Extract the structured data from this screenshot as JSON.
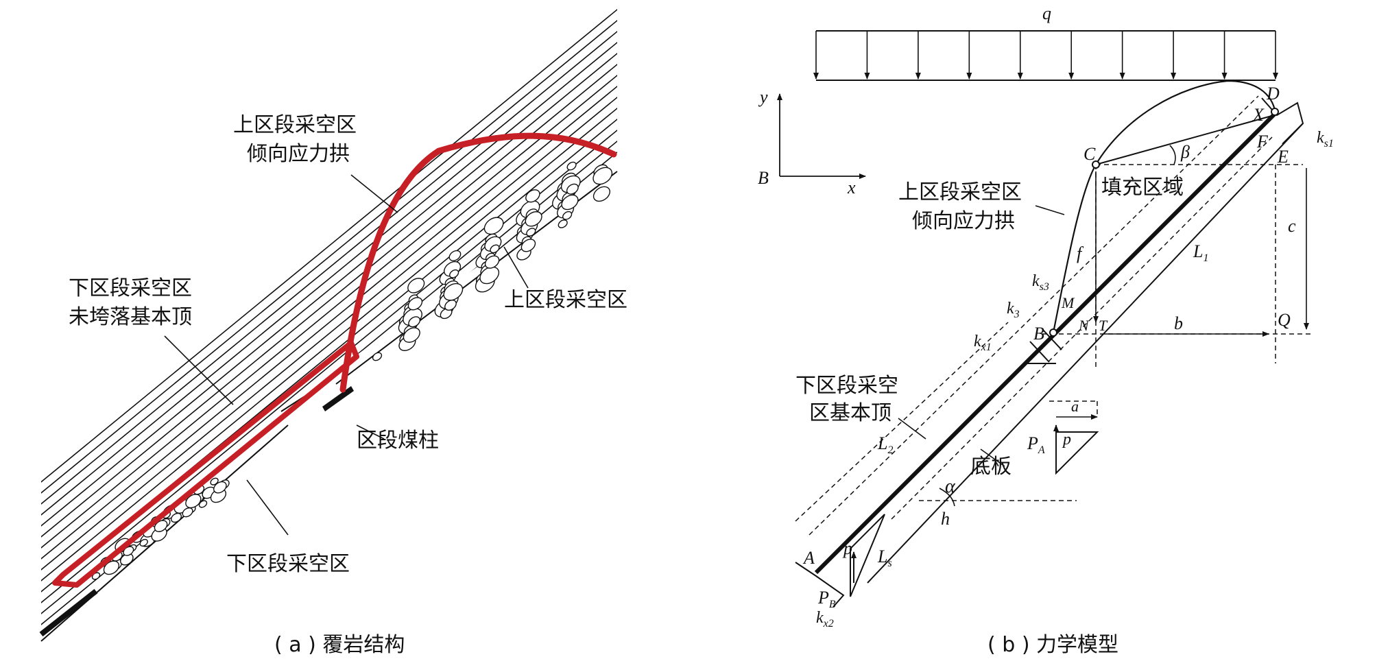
{
  "panel_a": {
    "caption": "( a ) 覆岩结构",
    "label_upper_arch_1": "上区段采空区",
    "label_upper_arch_2": "倾向应力拱",
    "label_lower_roof_1": "下区段采空区",
    "label_lower_roof_2": "未垮落基本顶",
    "label_upper_goaf": "上区段采空区",
    "label_pillar": "区段煤柱",
    "label_lower_goaf": "下区段采空区",
    "arch_color": "#c62026"
  },
  "panel_b": {
    "caption": "( b ) 力学模型",
    "label_arch_1": "上区段采空区",
    "label_arch_2": "倾向应力拱",
    "label_fill": "填充区域",
    "label_roof_1": "下区段采空",
    "label_roof_2": "区基本顶",
    "label_floor": "底板",
    "sym": {
      "q": "q",
      "y": "y",
      "x": "x",
      "B_axis": "B",
      "D": "D",
      "X": "X",
      "C": "C",
      "beta": "β",
      "F": "F",
      "E": "E",
      "ks1": "k",
      "ks1_sub": "s1",
      "c": "c",
      "f": "f",
      "L1": "L",
      "L1_sub": "1",
      "ks3": "k",
      "ks3_sub": "s3",
      "k3": "k",
      "k3_sub": "3",
      "M": "M",
      "N": "N",
      "T": "T",
      "b": "b",
      "Q": "Q",
      "kx1": "k",
      "kx1_sub": "x1",
      "B": "B",
      "a": "a",
      "PA": "P",
      "PA_sub": "A",
      "p_small": "p",
      "L2": "L",
      "L2_sub": "2",
      "alpha": "α",
      "h": "h",
      "A": "A",
      "p": "p",
      "Ls": "L",
      "Ls_sub": "s",
      "PB": "P",
      "PB_sub": "B",
      "kx2": "k",
      "kx2_sub": "x2"
    }
  }
}
